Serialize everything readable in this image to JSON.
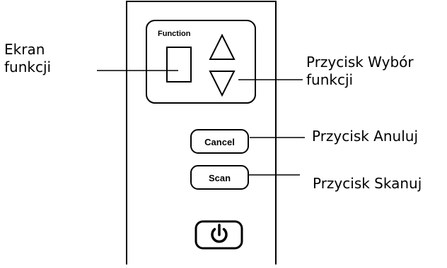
{
  "panel": {
    "function_label": "Function",
    "cancel_label": "Cancel",
    "scan_label": "Scan",
    "power_icon": "power-icon",
    "up_icon": "triangle-up-icon",
    "down_icon": "triangle-down-icon"
  },
  "callouts": {
    "function_screen": [
      "Ekran",
      "funkcji"
    ],
    "function_select": [
      "Przycisk Wybór",
      "funkcji"
    ],
    "cancel": [
      "Przycisk Anuluj"
    ],
    "scan": [
      "Przycisk Skanuj"
    ]
  },
  "colors": {
    "ink": "#000000",
    "background": "#ffffff"
  }
}
